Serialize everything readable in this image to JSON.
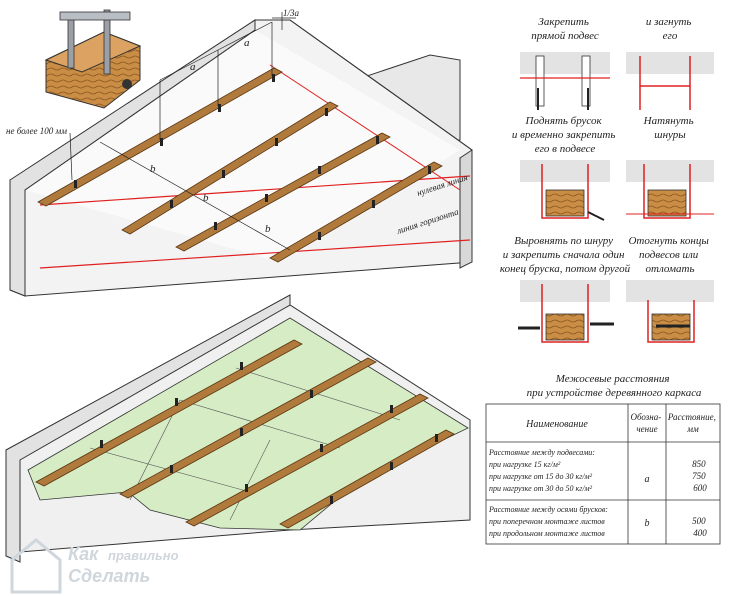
{
  "top_diagram": {
    "dim_third": "1/3a",
    "dim_a": "a",
    "dim_b": "b",
    "edge_note": "не более 100 мм",
    "zero_line": "нулевая линия",
    "horizon_line": "линия горизонта"
  },
  "steps": [
    {
      "text": [
        "Закрепить",
        "прямой подвес"
      ]
    },
    {
      "text": [
        "и загнуть",
        "его"
      ]
    },
    {
      "text": [
        "Поднять брусок",
        "и временно закрепить",
        "его в подвесе"
      ]
    },
    {
      "text": [
        "Натянуть",
        "шнуры"
      ]
    },
    {
      "text": [
        "Выровнять по шнуру",
        "и закрепить сначала один",
        "конец бруска, потом другой"
      ]
    },
    {
      "text": [
        "Отогнуть концы",
        "подвесов или",
        "отломать"
      ]
    }
  ],
  "table": {
    "title": [
      "Межосевые расстояния",
      "при устройстве деревянного каркаса"
    ],
    "headers": {
      "name": "Наименование",
      "designation": [
        "Обозна-",
        "чение"
      ],
      "distance": [
        "Расстояние,",
        "мм"
      ]
    },
    "rows": [
      {
        "name": [
          "Расстояние между подвесами:",
          "при нагрузке 15 кг/м²",
          "при нагрузке от 15 до 30 кг/м²",
          "при нагрузке от 30 до 50 кг/м²"
        ],
        "designation": "a",
        "values": [
          "850",
          "750",
          "600"
        ]
      },
      {
        "name": [
          "Расстояние между осями брусков:",
          "при поперечном монтаже листов",
          "при продольном монтаже листов"
        ],
        "designation": "b",
        "values": [
          "500",
          "400"
        ]
      }
    ]
  },
  "logo": {
    "line1": "Как",
    "line1b": "правильно",
    "line2": "Сделать"
  },
  "colors": {
    "wood": "#b07a3c",
    "wood_dark": "#6e4518",
    "red_line": "#e02020",
    "board_green": "#d5ecc4",
    "wall_gray": "#e6e6e6"
  }
}
